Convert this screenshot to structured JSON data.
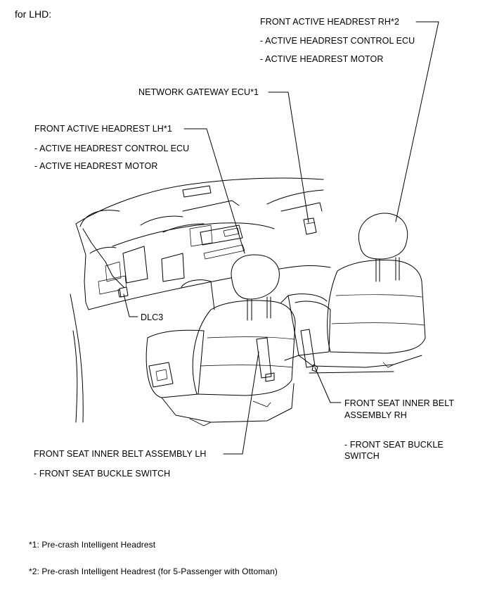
{
  "heading": "for LHD:",
  "labels": {
    "rh_headrest": "FRONT ACTIVE HEADREST RH*2",
    "rh_ecu": "- ACTIVE HEADREST CONTROL ECU",
    "rh_motor": "- ACTIVE HEADREST MOTOR",
    "gateway": "NETWORK GATEWAY ECU*1",
    "lh_headrest": "FRONT ACTIVE HEADREST LH*1",
    "lh_ecu": "- ACTIVE HEADREST CONTROL ECU",
    "lh_motor": "- ACTIVE HEADREST MOTOR",
    "dlc3": "DLC3",
    "rh_belt_line1": "FRONT SEAT INNER BELT",
    "rh_belt_line2": "ASSEMBLY RH",
    "rh_buckle_line1": "- FRONT SEAT BUCKLE",
    "rh_buckle_line2": "SWITCH",
    "lh_belt": "FRONT SEAT INNER BELT ASSEMBLY LH",
    "lh_buckle": "- FRONT SEAT BUCKLE SWITCH"
  },
  "footnotes": {
    "note1": "*1: Pre-crash Intelligent Headrest",
    "note2": "*2: Pre-crash Intelligent Headrest (for 5-Passenger with Ottoman)"
  }
}
